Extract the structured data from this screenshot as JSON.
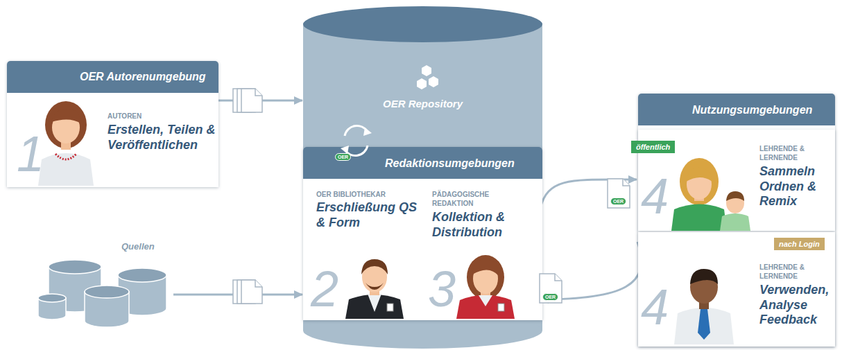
{
  "diagram": {
    "nodes": [
      {
        "text": [
          "OER Autorenumgebung",
          "1",
          "AUTOREN",
          "Erstellen, Teilen & Veröffentlichen"
        ]
      },
      {
        "text": [
          "OER Repository"
        ]
      },
      {
        "text": [
          "Redaktionsumgebungen"
        ],
        "in": 1
      },
      {
        "text": [
          "2",
          "OER BIBLIOTHEKAR",
          "Erschließung QS & Form"
        ],
        "in": 2
      },
      {
        "text": [
          "3",
          "PÄDAGOGISCHE REDAKTION",
          "Kollektion & Distribution"
        ],
        "in": 2
      },
      {
        "text": [
          "Quellen"
        ]
      },
      {
        "text": [
          "Nutzungsumgebungen"
        ]
      },
      {
        "text": [
          "öffentlich",
          "4",
          "LEHRENDE & LERNENDE",
          "Sammeln Ordnen & Remix"
        ],
        "in": 6
      },
      {
        "text": [
          "nach Login",
          "4",
          "LEHRENDE & LERNENDE",
          "Verwenden, Analyse Feedback"
        ],
        "in": 6
      }
    ],
    "edges": [
      {
        "from": 0,
        "to": 1,
        "arrow": "to"
      },
      {
        "from": 5,
        "to": 2,
        "arrow": "to"
      },
      {
        "from": 4,
        "to": 7,
        "arrow": "to"
      },
      {
        "from": 8,
        "to": 4,
        "arrow": "to"
      }
    ],
    "labels": [
      "OER",
      "OER",
      "OER"
    ]
  }
}
